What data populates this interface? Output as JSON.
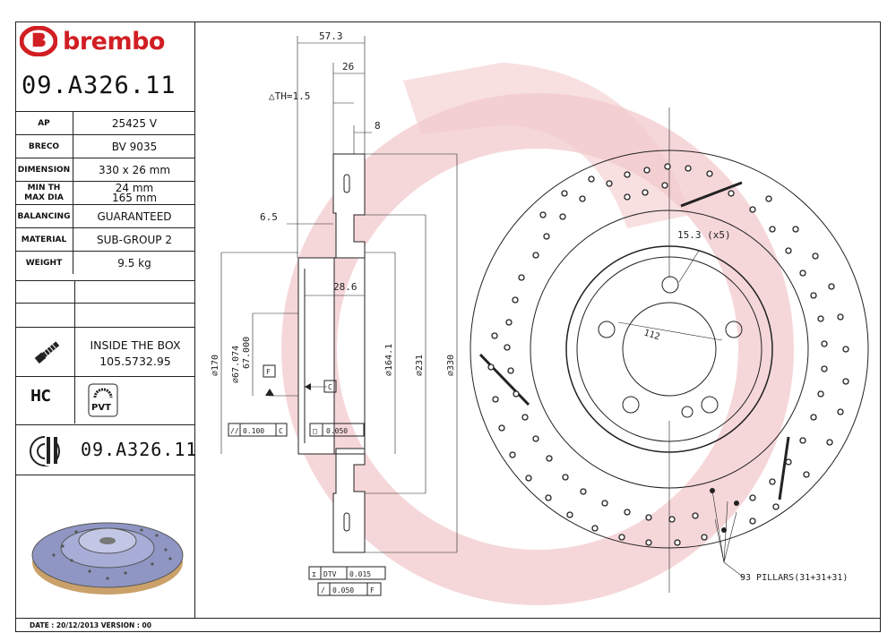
{
  "brand": {
    "name": "brembo",
    "color": "#d11f24"
  },
  "part_number": "09.A326.11",
  "specs": [
    {
      "key": "AP",
      "value": "25425 V"
    },
    {
      "key": "BRECO",
      "value": "BV 9035"
    },
    {
      "key": "DIMENSION",
      "value": "330 x 26 mm"
    },
    {
      "key": "MIN TH",
      "key2": "MAX DIA",
      "value": "24 mm",
      "value2": "165 mm"
    },
    {
      "key": "BALANCING",
      "value": "GUARANTEED"
    },
    {
      "key": "MATERIAL",
      "value": "SUB-GROUP 2"
    },
    {
      "key": "WEIGHT",
      "value": "9.5 kg"
    }
  ],
  "inside_box": {
    "line1": "INSIDE THE BOX",
    "line2": "105.5732.95",
    "icon": "screw-icon"
  },
  "badges": {
    "hc": "HC",
    "pvt": "PVT"
  },
  "bottom_part_number": "09.A326.11",
  "footer": "DATE : 20/12/2013 VERSION : 00",
  "drawing": {
    "dims": {
      "d57": "57.3",
      "d26": "26",
      "th": "△TH=1.5",
      "d8": "8",
      "d65": "6.5",
      "d286": "28.6",
      "dia170": "∅170",
      "dia67074": "∅67.074",
      "dia67000": "67.000",
      "dia1641": "∅164.1",
      "dia231": "∅231",
      "dia330": "∅330",
      "dia112": "112",
      "hole": "15.3 (x5)",
      "pillars": "93 PILLARS(31+31+31)"
    },
    "tolerances": {
      "f": "F",
      "c": "C",
      "tol1": "0.100",
      "tol1ref": "C",
      "tol2": "0.050",
      "dtv_label": "DTV",
      "dtv_val": "0.015",
      "flat_val": "0.050",
      "flat_ref": "F"
    }
  }
}
